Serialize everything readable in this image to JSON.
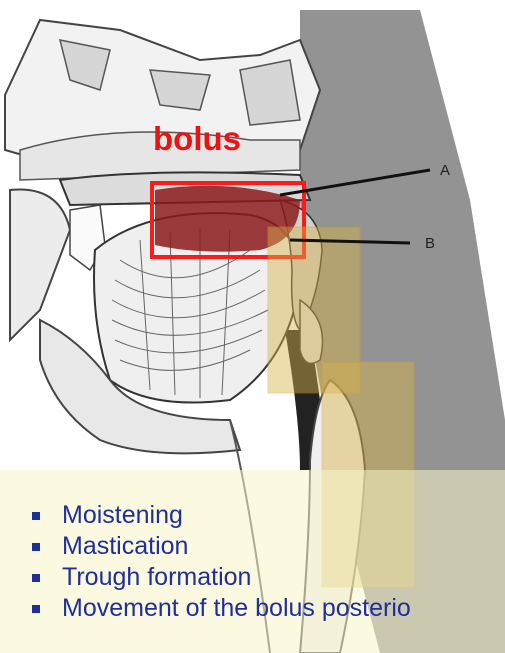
{
  "labels": {
    "bolus": "bolus",
    "a": "A",
    "b": "B"
  },
  "bullets": [
    "Moistening",
    "Mastication",
    "Trough formation",
    "Movement of the bolus posterio"
  ],
  "colors": {
    "highlight_frame": "#ff1a1a",
    "bolus_fill": "#8b1a1a",
    "pharynx_highlight": "#d9b24a",
    "bullet_text": "#1f2f9a",
    "bullet_panel": "#f8f6c8"
  }
}
